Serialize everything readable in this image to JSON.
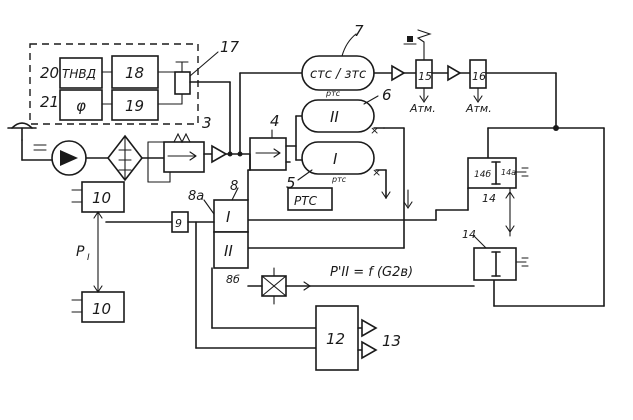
{
  "labels": {
    "n20": "20",
    "tnvd": "ТНВД",
    "n18": "18",
    "n21": "21",
    "phi": "φ",
    "n19": "19",
    "n17": "17",
    "n7": "7",
    "stc_ztc": "стс / зтс",
    "n15": "15",
    "n16": "16",
    "atm1": "Атм.",
    "atm2": "Атм.",
    "n6": "6",
    "roman2": "II",
    "roman1": "I",
    "n5": "5",
    "rtc_small": "ртс",
    "n4": "4",
    "n3": "3",
    "rtc_box": "РТС",
    "n8": "8",
    "n8a": "8а",
    "n8b": "8б",
    "n10a": "10",
    "n10b": "10",
    "p1": "Р",
    "p1_sub": "I",
    "n9": "9",
    "n12": "12",
    "n13": "13",
    "formula": "Р'II = f (G2в)",
    "n14top": "14",
    "n14b_sub": "14б",
    "n14a_sub": "14а",
    "n14bot": "14"
  }
}
